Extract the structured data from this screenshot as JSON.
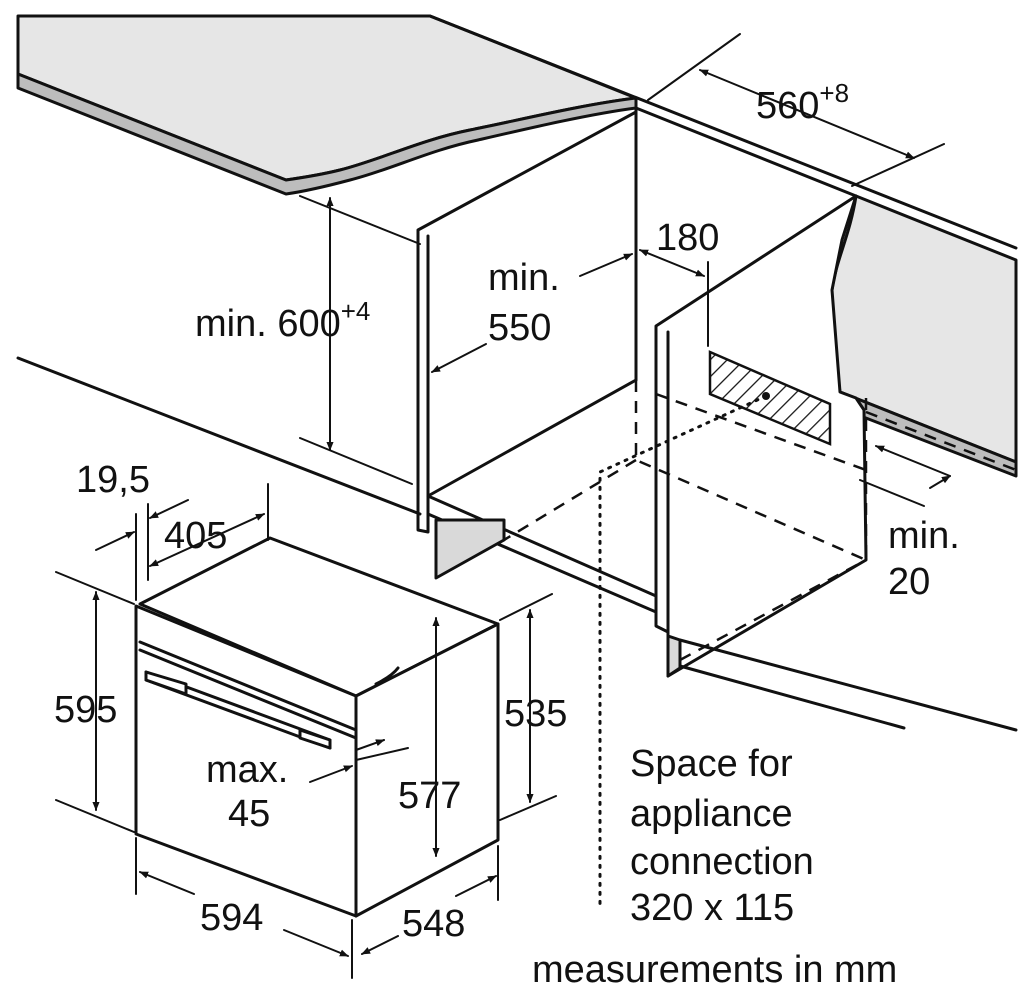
{
  "labels": {
    "height_min_600": "min. 600",
    "height_min_600_tol": "+4",
    "width_560": "560",
    "width_560_tol": "+8",
    "depth_min": "min.",
    "depth_550": "550",
    "gap_180": "180",
    "side_min": "min.",
    "side_20": "20",
    "front_19_5": "19,5",
    "front_405": "405",
    "height_595": "595",
    "height_535": "535",
    "height_577": "577",
    "handle_max": "max.",
    "handle_45": "45",
    "width_594": "594",
    "depth_548": "548",
    "space_line1": "Space for",
    "space_line2": "appliance",
    "space_line3": "connection",
    "space_line4": "320 x 115",
    "units_note": "measurements in mm"
  }
}
